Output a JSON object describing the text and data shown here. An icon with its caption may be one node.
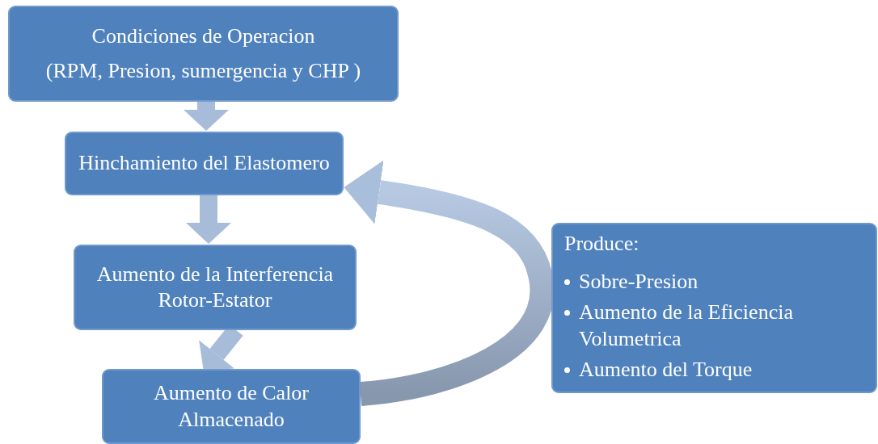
{
  "diagram": {
    "nodes": [
      {
        "text": [
          "Condiciones de Operacion",
          "(RPM, Presion, sumergencia y CHP )"
        ]
      },
      {
        "text": [
          "Hinchamiento del Elastomero"
        ]
      },
      {
        "text": [
          "Aumento de la Interferencia Rotor-Estator"
        ]
      },
      {
        "text": [
          "Aumento de Calor Almacenado"
        ]
      },
      {
        "text": [
          "Produce:",
          "Sobre-Presion",
          "Aumento de la Eficiencia Volumetrica",
          "Aumento del Torque"
        ]
      }
    ],
    "edges": [
      {
        "from": 0,
        "to": 1,
        "arrow": "to"
      },
      {
        "from": 1,
        "to": 2,
        "arrow": "to"
      },
      {
        "from": 2,
        "to": 3,
        "arrow": "to"
      },
      {
        "from": 3,
        "to": 1,
        "arrow": "to",
        "style": "thick"
      }
    ]
  }
}
